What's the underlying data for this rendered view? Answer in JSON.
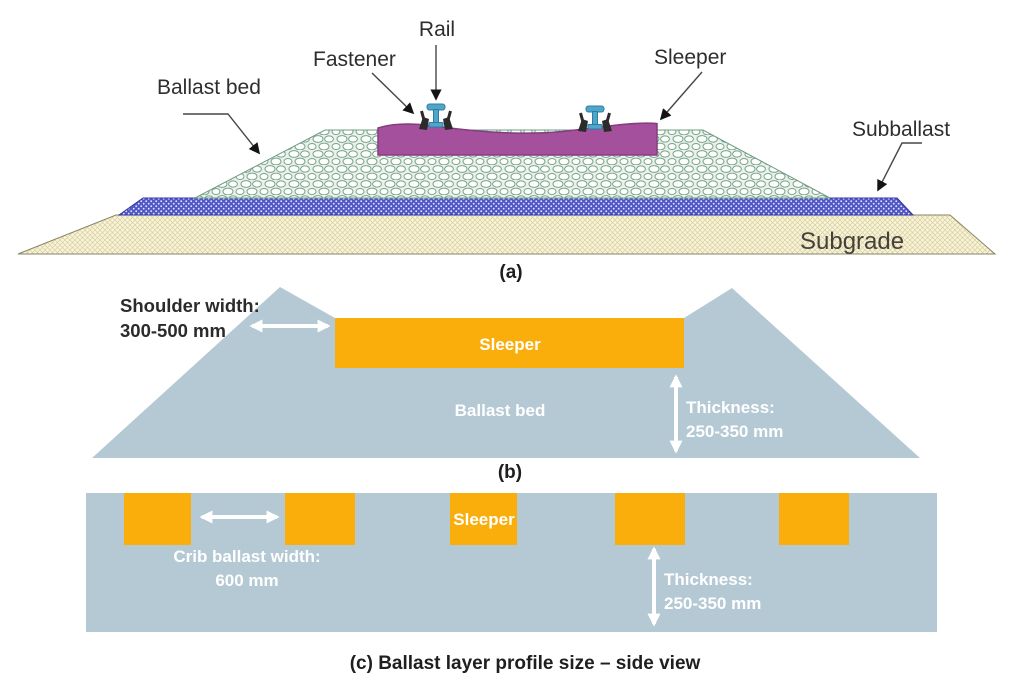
{
  "figure": {
    "panel_a": {
      "caption": "(a)",
      "labels": {
        "ballast_bed": "Ballast bed",
        "fastener": "Fastener",
        "rail": "Rail",
        "sleeper": "Sleeper",
        "subballast": "Subballast",
        "subgrade": "Subgrade"
      },
      "colors": {
        "sleeper": "#a4509c",
        "sleeper_outline": "#833d7e",
        "rail": "#4fa6cc",
        "ballast_fill": "#e9f1e9",
        "ballast_outline": "#6f9c86",
        "subballast": "#5158c6",
        "subgrade": "#f9f4d8"
      }
    },
    "panel_b": {
      "caption": "(b)",
      "labels": {
        "shoulder_line1": "Shoulder width:",
        "shoulder_line2": "300-500 mm",
        "sleeper": "Sleeper",
        "ballast_bed": "Ballast bed",
        "thickness_line1": "Thickness:",
        "thickness_line2": "250-350 mm"
      },
      "colors": {
        "ballast": "#b5c9d4",
        "sleeper": "#f9ae0c"
      }
    },
    "panel_c": {
      "caption": "(c) Ballast layer profile size – side view",
      "labels": {
        "sleeper": "Sleeper",
        "crib_line1": "Crib ballast width:",
        "crib_line2": "600 mm",
        "thickness_line1": "Thickness:",
        "thickness_line2": "250-350 mm"
      },
      "colors": {
        "ballast": "#b5c9d4",
        "sleeper": "#f9ae0c"
      }
    }
  }
}
